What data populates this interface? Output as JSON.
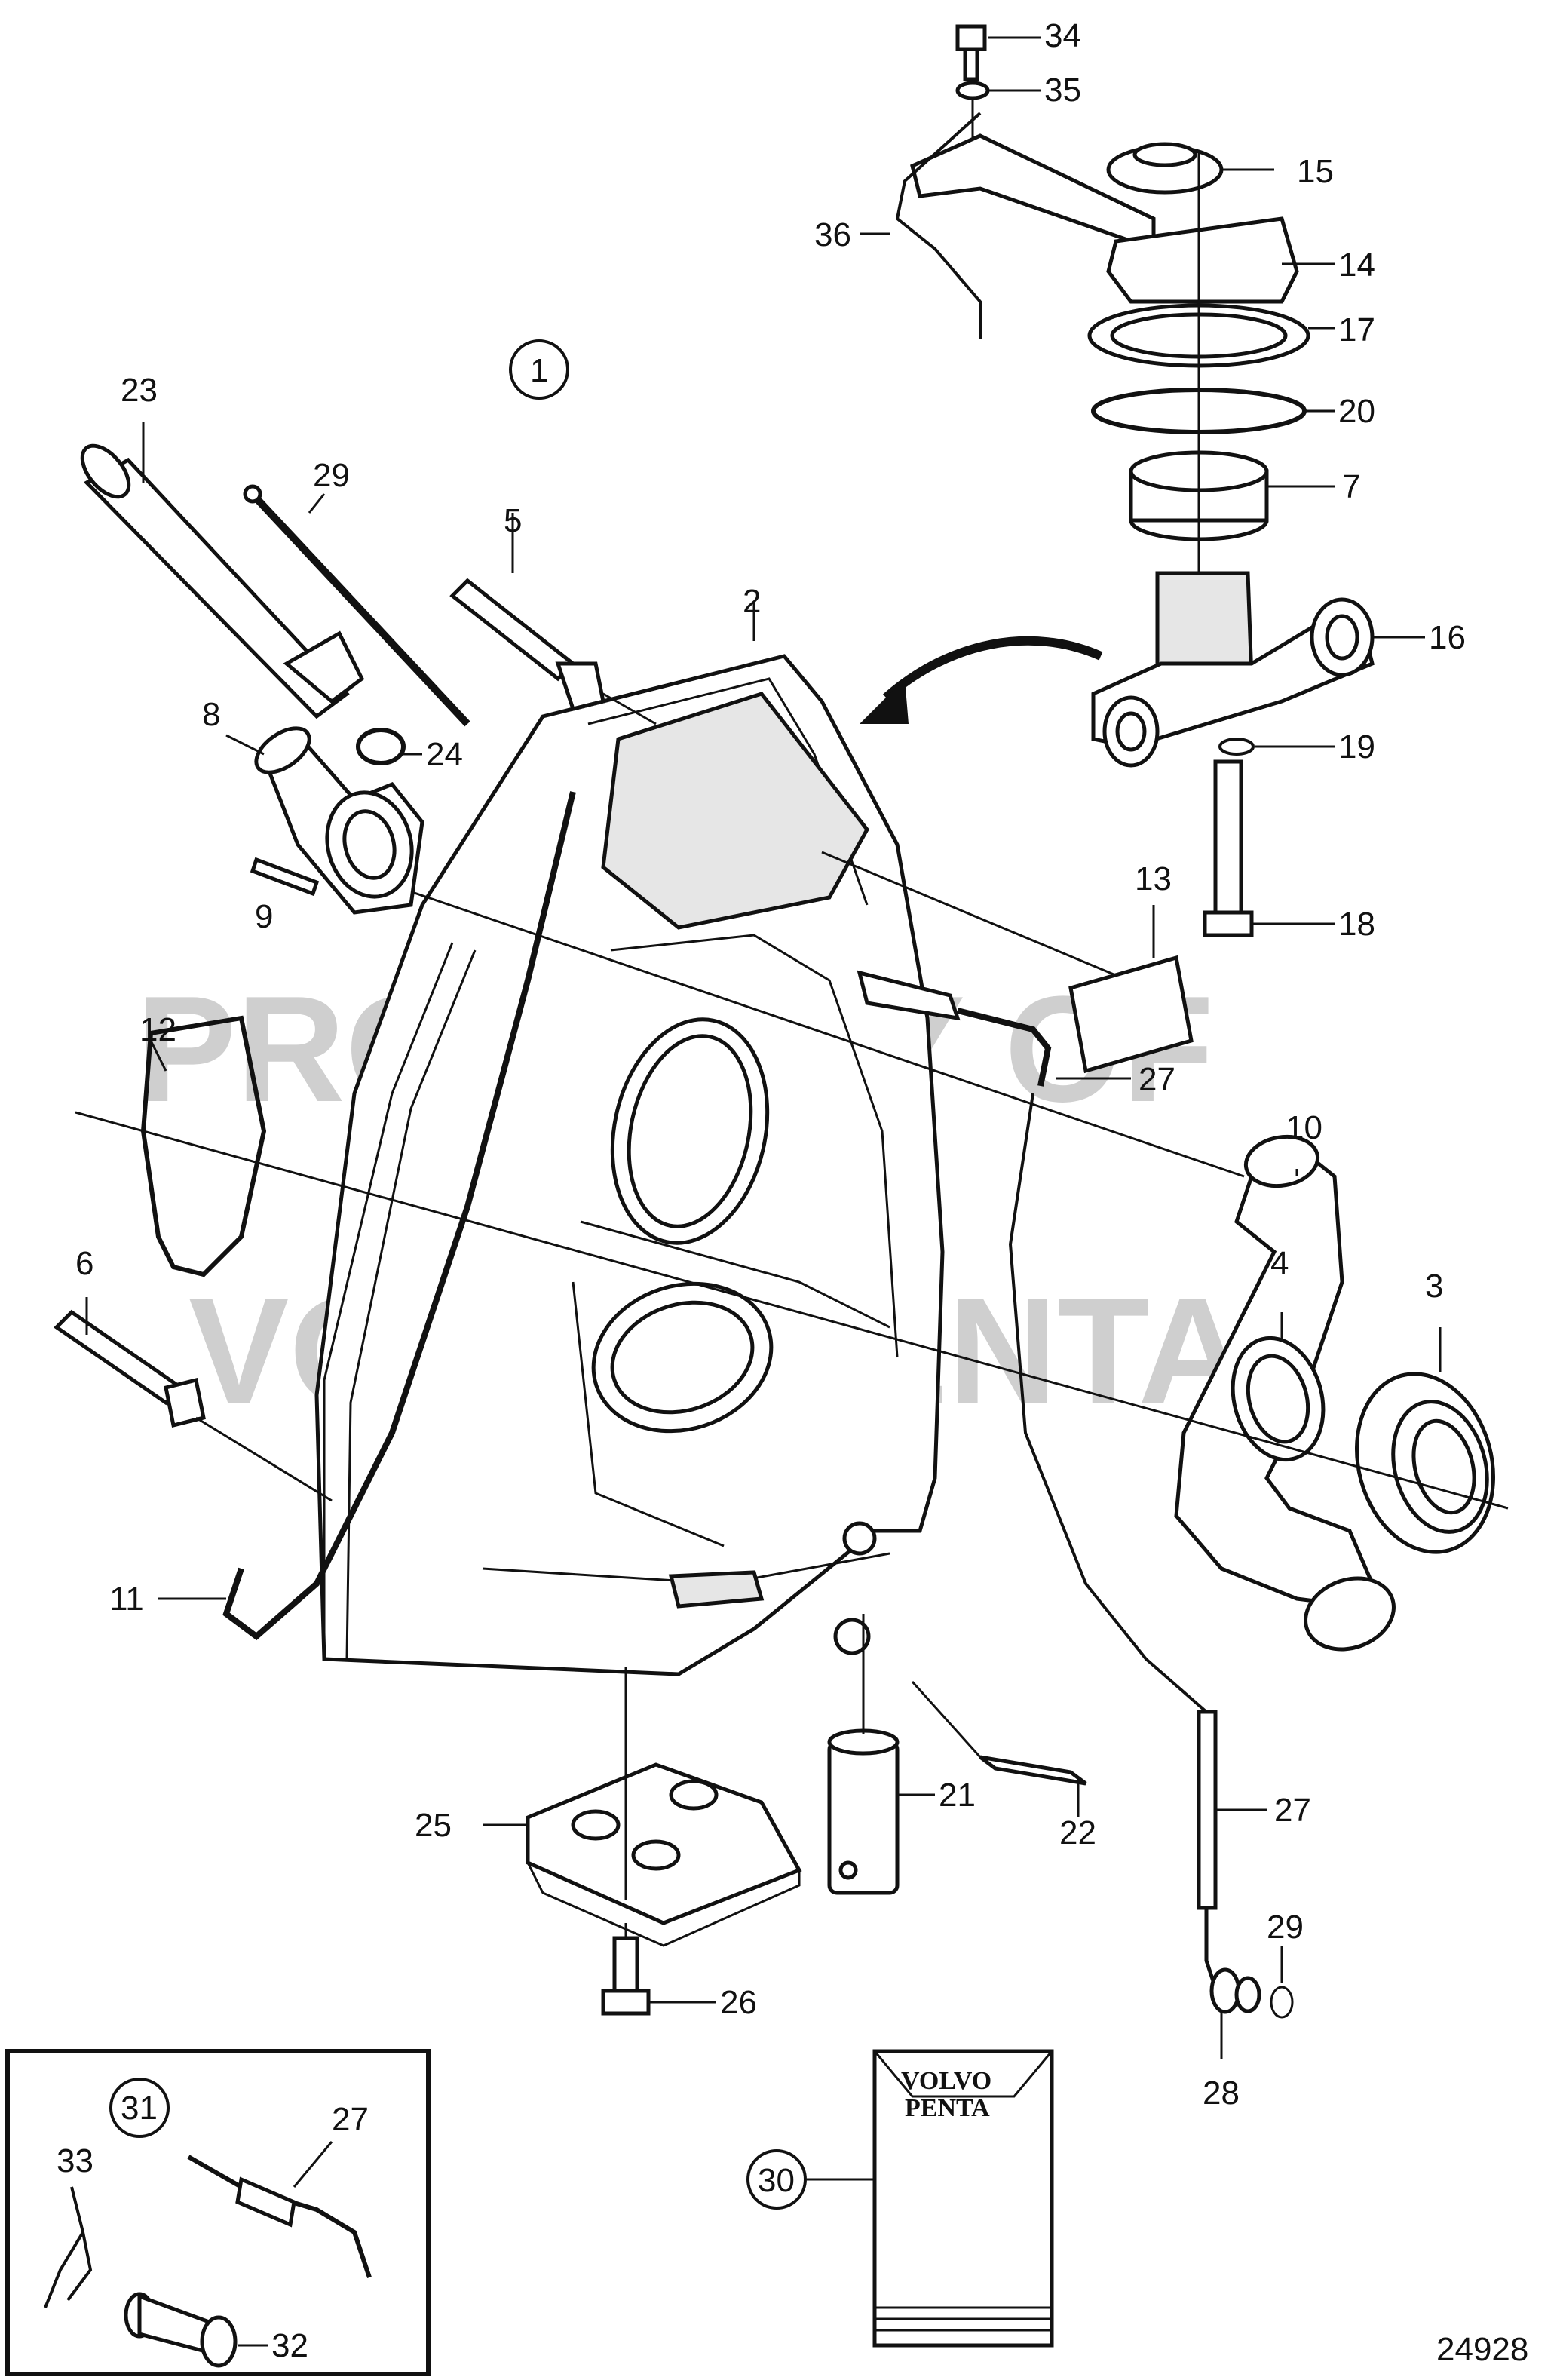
{
  "watermark": {
    "line1": "PROPERTY OF",
    "line2": "VOLVO PENTA"
  },
  "part_labels": {
    "p1": "1",
    "p2": "2",
    "p3": "3",
    "p4": "4",
    "p5": "5",
    "p6": "6",
    "p7": "7",
    "p8": "8",
    "p9": "9",
    "p10": "10",
    "p11": "11",
    "p12": "12",
    "p13": "13",
    "p14": "14",
    "p15": "15",
    "p16": "16",
    "p17": "17",
    "p18": "18",
    "p19": "19",
    "p20": "20",
    "p21": "21",
    "p22": "22",
    "p23": "23",
    "p24": "24",
    "p25": "25",
    "p26": "26",
    "p27a": "27",
    "p27b": "27",
    "p27c": "27",
    "p28": "28",
    "p29a": "29",
    "p29b": "29",
    "p30": "30",
    "p31": "31",
    "p32": "32",
    "p33": "33",
    "p34": "34",
    "p35": "35",
    "p36": "36"
  },
  "kit_box": {
    "brand_line1": "VOLVO",
    "brand_line2": "PENTA"
  },
  "drawing_number": "24928"
}
